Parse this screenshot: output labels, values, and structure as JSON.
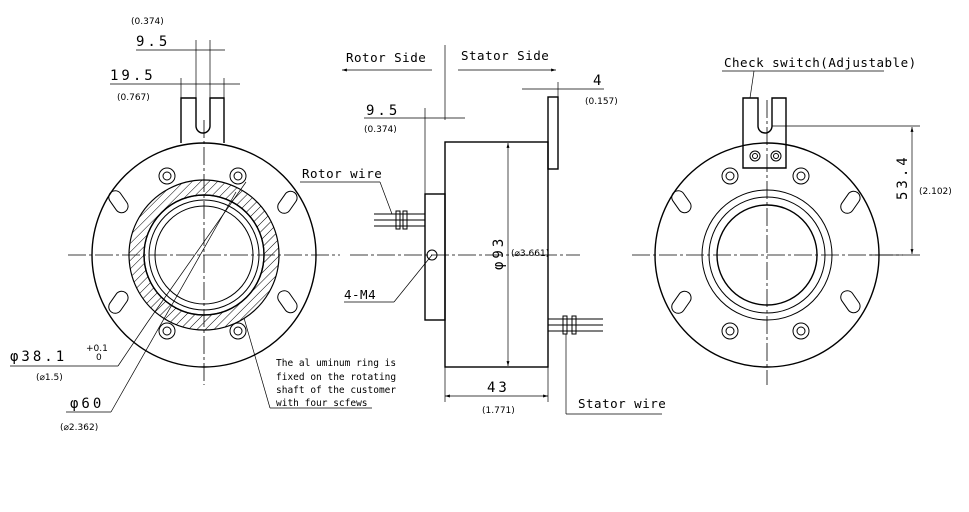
{
  "labels": {
    "rotor_side": "Rotor Side",
    "stator_side": "Stator Side",
    "rotor_wire": "Rotor wire",
    "stator_wire": "Stator wire",
    "check_switch": "Check switch(Adjustable)",
    "m4": "4-M4"
  },
  "note": {
    "line1": "The al uminum ring is",
    "line2": "fixed on the rotating",
    "line3": "shaft of the customer",
    "line4": "with four scfews"
  },
  "dims": {
    "d9_5_top": "9.5",
    "d9_5_top_in": "(0.374)",
    "d19_5": "19.5",
    "d19_5_in": "(0.767)",
    "d9_5_mid": "9.5",
    "d9_5_mid_in": "(0.374)",
    "d4": "4",
    "d4_in": "(0.157)",
    "dia93": "φ93",
    "dia93_in": "(⌀3.661)",
    "d43": "43",
    "d43_in": "(1.771)",
    "d53_4": "53.4",
    "d53_4_in": "(2.102)",
    "dia38_1": "φ38.1",
    "dia38_1_tol_plus": "+0.1",
    "dia38_1_tol_minus": "0",
    "dia38_1_in": "(⌀1.5)",
    "dia60": "φ60",
    "dia60_in": "(⌀2.362)"
  }
}
